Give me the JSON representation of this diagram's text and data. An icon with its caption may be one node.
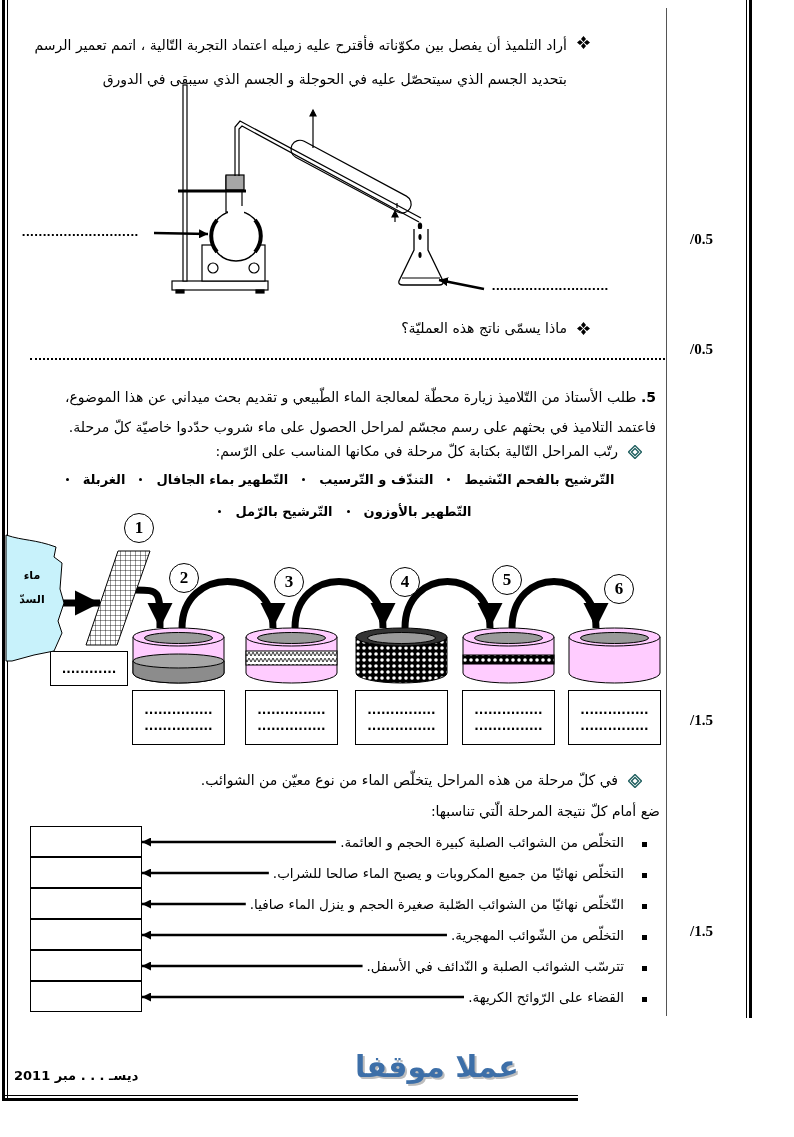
{
  "diagram": {
    "nodes": [
      {
        "text": [
          "............................"
        ]
      },
      {
        "text": [],
        "shape": "picture"
      },
      {
        "text": [],
        "shape": "picture"
      },
      {
        "text": [
          "............................"
        ]
      },
      {
        "text": [
          "1"
        ]
      },
      {
        "text": [
          "ماء السدّ"
        ]
      },
      {
        "text": [],
        "shape": "picture"
      },
      {
        "text": [
          "2"
        ]
      },
      {
        "text": [
          "3"
        ]
      },
      {
        "text": [
          "4"
        ]
      },
      {
        "text": [
          "5"
        ]
      },
      {
        "text": [
          "6"
        ]
      },
      {
        "text": [],
        "shape": "cylinder"
      },
      {
        "text": [],
        "shape": "cylinder"
      },
      {
        "text": [],
        "shape": "cylinder"
      },
      {
        "text": [],
        "shape": "cylinder"
      },
      {
        "text": [],
        "shape": "cylinder"
      },
      {
        "text": [
          "............"
        ]
      },
      {
        "text": [
          "...............",
          "..............."
        ]
      },
      {
        "text": [
          "...............",
          "..............."
        ]
      },
      {
        "text": [
          "...............",
          "..............."
        ]
      },
      {
        "text": [
          "...............",
          "..............."
        ]
      },
      {
        "text": [
          "...............",
          "..............."
        ]
      },
      {
        "text": [
          "التخلّص من الشوائب الصلبة كبيرة الحجم و العائمة."
        ]
      },
      {
        "text": [
          "التخلّص نهائيّا من جميع المكروبات و يصبح الماء صالحا للشراب."
        ]
      },
      {
        "text": [
          "التّخلّص نهائيّا من الشوائب الصّلبة صغيرة الحجم و ينزل الماء صافيا."
        ]
      },
      {
        "text": [
          "التخلّص من الشّوائب المهجرية."
        ]
      },
      {
        "text": [
          "تترسّب الشوائب الصلبة و النّدائف في الأسفل."
        ]
      },
      {
        "text": [
          "القضاء على الرّوائح الكريهة."
        ]
      },
      {
        "text": [],
        "shape": "box"
      },
      {
        "text": [],
        "shape": "box"
      },
      {
        "text": [],
        "shape": "box"
      },
      {
        "text": [],
        "shape": "box"
      },
      {
        "text": [],
        "shape": "box"
      },
      {
        "text": [],
        "shape": "box"
      }
    ],
    "edges": [
      {
        "from": 0,
        "to": 1,
        "arrow": "to"
      },
      {
        "from": 3,
        "to": 2,
        "arrow": "to"
      },
      {
        "from": 5,
        "to": 6,
        "arrow": "to",
        "style": "thick"
      },
      {
        "from": 6,
        "to": 12,
        "arrow": "to",
        "style": "thick"
      },
      {
        "from": 12,
        "to": 13,
        "arrow": "to",
        "style": "thick"
      },
      {
        "from": 13,
        "to": 14,
        "arrow": "to",
        "style": "thick"
      },
      {
        "from": 14,
        "to": 15,
        "arrow": "to",
        "style": "thick"
      },
      {
        "from": 15,
        "to": 16,
        "arrow": "to",
        "style": "thick"
      },
      {
        "from": 23,
        "to": 29,
        "arrow": "to"
      },
      {
        "from": 24,
        "to": 30,
        "arrow": "to"
      },
      {
        "from": 25,
        "to": 31,
        "arrow": "to"
      },
      {
        "from": 26,
        "to": 32,
        "arrow": "to"
      },
      {
        "from": 27,
        "to": 33,
        "arrow": "to"
      },
      {
        "from": 28,
        "to": 34,
        "arrow": "to"
      }
    ],
    "labels": [
      "أراد التلميذ أن يفصل بين مكوّناته فأقترح عليه زميله اعتماد التجربة التّالية ، اتمم تعمير الرسم بتحديد الجسم الذي سيتحصّل عليه في الحوجلة و الجسم الذي سيبقى في الدورق",
      "/0.5",
      "ماذا يسمّى ناتج هذه العمليّة؟",
      "/0.5",
      "**5.** طلب الأستاذ من التّلاميذ زيارة محطّة لمعالجة الماء الطّبيعي و تقديم بحث ميداني عن هذا الموضوع، فاعتمد التلاميذ في بحثهم على رسم مجسّم لمراحل الحصول على ماء شروب حدّدوا خاصيّة كلّ مرحلة.",
      "رتّب المراحل التّالية بكتابة كلّ مرحلة في مكانها المناسب على الرّسم:",
      "التّرشيح بالفحم النّشيط",
      "التندّف و التّرسيب",
      "التّطهير بماء الجافال",
      "الغربلة",
      "التّطهير بالأوزون",
      "التّرشيح بالرّمل",
      "/1.5",
      "في كلّ مرحلة من هذه المراحل يتخلّص الماء من نوع معيّن من الشوائب.",
      "ضع أمام كلّ نتيجة المرحلة الّتي تناسبها:",
      "/1.5",
      "ديسـ . . . مبر 2011",
      "عملا موقفا"
    ]
  }
}
